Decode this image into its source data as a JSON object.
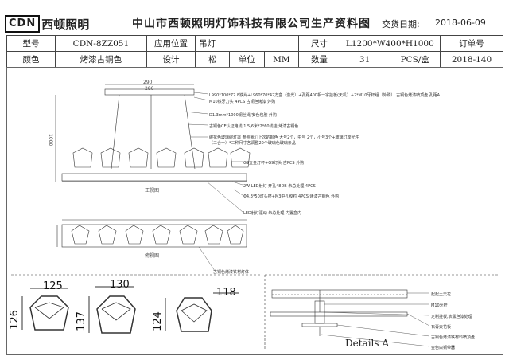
{
  "brand": {
    "logo_latin": "CDN",
    "logo_cn": "西顿照明"
  },
  "header": {
    "title": "中山市西顿照明灯饰科技有限公司生产资料图",
    "date_label": "交货日期:",
    "date_value": "2018-06-09"
  },
  "spec": {
    "model_label": "型号",
    "model_value": "CDN-8ZZ051",
    "position_label": "应用位置",
    "position_value": "吊灯",
    "size_label": "尺寸",
    "size_value": "L1200*W400*H1000",
    "order_label": "订单号",
    "color_label": "颜色",
    "color_value": "烤漆古铜色",
    "design_label": "设计",
    "design_value": "松",
    "unit_label": "单位",
    "unit_value": "MM",
    "qty_label": "数量",
    "qty_value": "31",
    "pack_value": "PCS/盒",
    "order_value": "2018-140"
  },
  "drawing": {
    "top_dims": [
      "290",
      "280"
    ],
    "height_dim": "1000",
    "front_caption": "正视图",
    "bottom_caption": "俯视图",
    "base_note": "古铜色烤漆铁材灯体",
    "annotations": [
      "L990*100*72.8铁片+L960*70*42方盒（激光）+孔距400相一字挂板(天机）+2*M10牙杆组（外购）  古铜色烤漆喷顶盘 孔距A",
      "M10铁牙力头 4PCS 古铜色烤漆 外购",
      "D1.3mm*1000钢丝绳/安色包胶 外购",
      "古铜色CE认证电线 1.5/6米*2*60线挂 烤漆古铜色",
      "碗花色玻璃碗灯罩 参照我们上次的颜色 大号2个，中号 2个，小号3个+玻璃灯座光件（二合一）*三种尺寸各调整20个玻璃色玻璃条晶",
      "G9五金灯杯+G9灯头 古PCS 外购",
      "2W LED射灯 开孔48DB 朱总处理 4PCS",
      "Φ4.3*50灯头杯+M3中孔胶粒 4PCS 烤漆古铜色 外购",
      "LED射灯驱动 朱总处理 内置盒内"
    ],
    "shade_dims": [
      {
        "w": "125",
        "h": "126"
      },
      {
        "w": "130",
        "h": "137"
      },
      {
        "w": "118",
        "h": "124"
      }
    ],
    "detail_caption": "Details A",
    "detail_notes": [
      "起起土天花",
      "M10牙杆",
      "定制挂板,表黑色漆处理",
      "石膏天花板",
      "古铜色烤漆铁材料喷顶盘",
      "金色白铜带器"
    ]
  }
}
